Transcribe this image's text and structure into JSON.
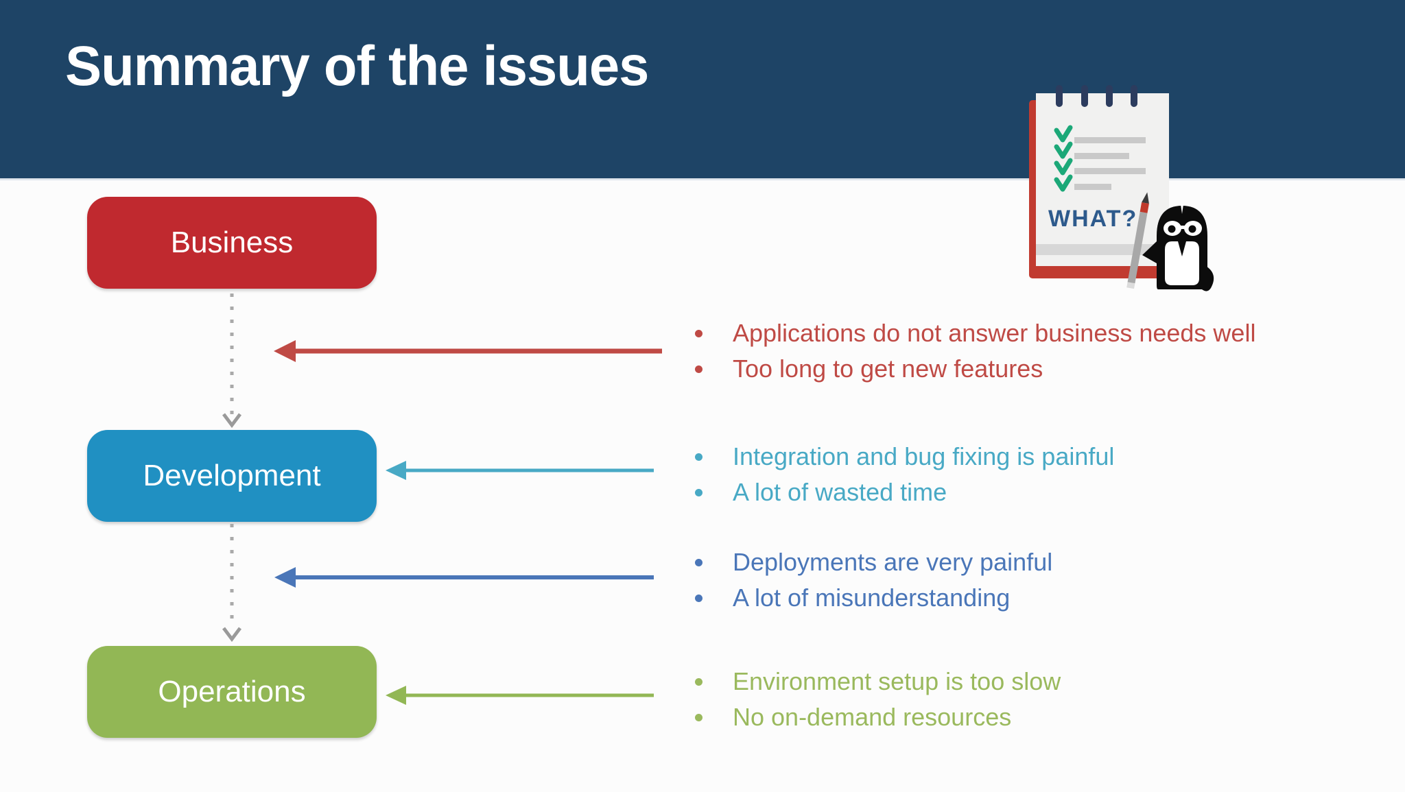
{
  "header": {
    "title": "Summary of the issues"
  },
  "flow": {
    "boxes": [
      {
        "id": "business",
        "label": "Business",
        "color": "#c0292f"
      },
      {
        "id": "development",
        "label": "Development",
        "color": "#2090c2"
      },
      {
        "id": "operations",
        "label": "Operations",
        "color": "#92b755"
      }
    ],
    "connector_style": "dotted-gray-down-arrow"
  },
  "issues": [
    {
      "points_to": "business",
      "color": "#bf4a45",
      "items": [
        "Applications do not answer business needs well",
        "Too long to get new features"
      ]
    },
    {
      "points_to": "development",
      "color": "#48a9c5",
      "items": [
        "Integration and bug fixing is painful",
        "A lot of wasted time"
      ]
    },
    {
      "points_to": "development-operations",
      "color": "#4a76b8",
      "items": [
        "Deployments are very painful",
        "A lot of misunderstanding"
      ]
    },
    {
      "points_to": "operations",
      "color": "#9ab95d",
      "items": [
        "Environment setup is too slow",
        "No on-demand resources"
      ]
    }
  ],
  "notepad": {
    "label": "WHAT?",
    "icons": [
      "checklist-icon",
      "pencil-icon",
      "penguin-icon"
    ],
    "check_count": 4
  },
  "palette": {
    "header_bg": "#1e4466",
    "slide_bg": "#fcfcfc",
    "connector_gray": "#a9a9a9",
    "what_text_blue": "#2d5a8c",
    "check_green": "#1ca878",
    "notepad_cover_red": "#c13b30",
    "paper_gray": "#f1f1f0"
  }
}
